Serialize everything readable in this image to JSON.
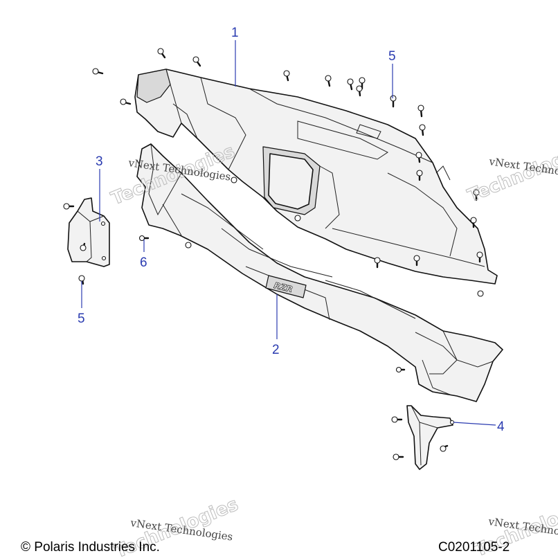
{
  "callouts": [
    {
      "id": "1",
      "label": "1"
    },
    {
      "id": "2",
      "label": "2"
    },
    {
      "id": "3",
      "label": "3"
    },
    {
      "id": "4",
      "label": "4"
    },
    {
      "id": "5a",
      "label": "5"
    },
    {
      "id": "5b",
      "label": "5"
    },
    {
      "id": "6",
      "label": "6"
    }
  ],
  "embossed_logo": "RZR",
  "watermarks": {
    "script_text": "vNext Technologies",
    "outline_text": "Technologies"
  },
  "footer": {
    "copyright": "© Polaris Industries Inc.",
    "figure_code": "C0201105-2"
  },
  "colors": {
    "callout": "#2a3bb0",
    "linework": "#111111",
    "part_fill": "#f2f2f2"
  }
}
